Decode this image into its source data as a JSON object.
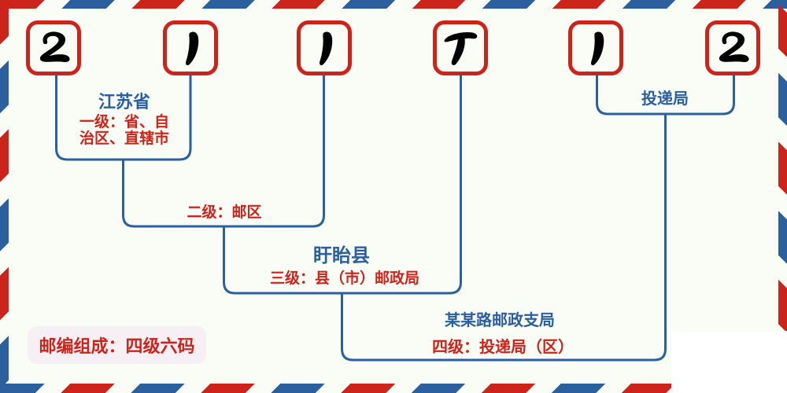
{
  "postal_code": {
    "value": "211712",
    "digits": [
      "2",
      "1",
      "1",
      "7",
      "1",
      "2"
    ]
  },
  "labels": {
    "level1_region": "江苏省",
    "level1_desc_line1": "一级：省、自",
    "level1_desc_line2": "治区、直辖市",
    "level2_desc": "二级：邮区",
    "level3_region": "盱眙县",
    "level3_desc": "三级：县（市）邮政局",
    "level4_office": "某某路邮政支局",
    "level4_desc": "四级：投递局（区）",
    "delivery_office": "投递局",
    "composition_note": "邮编组成：四级六码"
  },
  "colors": {
    "red": "#cc231a",
    "blue": "#2b5f9e",
    "badge_bg": "#f6eff4",
    "page_bg": "#fafcf6"
  }
}
